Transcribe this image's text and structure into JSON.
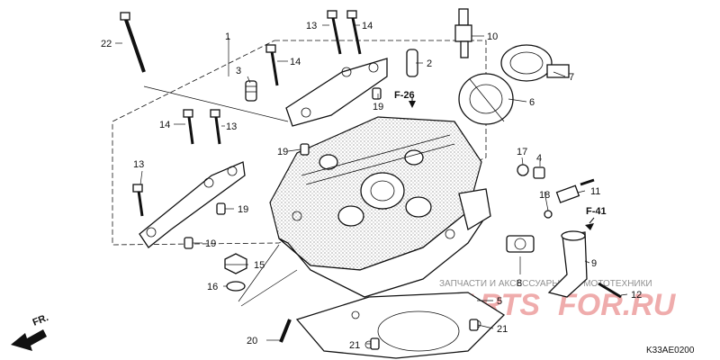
{
  "diagram_code": "K33AE0200",
  "front_arrow_label": "FR.",
  "refs": {
    "f26": "F-26",
    "f41": "F-41"
  },
  "watermark": {
    "tagline": "ЗАПЧАСТИ И АКСЕССУАРЫ ДЛЯ МОТОТЕХНИКИ",
    "brand_left": "PARTS",
    "brand_right": "FOR.RU"
  },
  "callouts": [
    {
      "id": "c1",
      "text": "1"
    },
    {
      "id": "c2",
      "text": "2"
    },
    {
      "id": "c3",
      "text": "3"
    },
    {
      "id": "c4",
      "text": "4"
    },
    {
      "id": "c5",
      "text": "5"
    },
    {
      "id": "c6",
      "text": "6"
    },
    {
      "id": "c7",
      "text": "7"
    },
    {
      "id": "c8",
      "text": "8"
    },
    {
      "id": "c9",
      "text": "9"
    },
    {
      "id": "c10",
      "text": "10"
    },
    {
      "id": "c11",
      "text": "11"
    },
    {
      "id": "c12",
      "text": "12"
    },
    {
      "id": "c13a",
      "text": "13"
    },
    {
      "id": "c13b",
      "text": "13"
    },
    {
      "id": "c13c",
      "text": "13"
    },
    {
      "id": "c14a",
      "text": "14"
    },
    {
      "id": "c14b",
      "text": "14"
    },
    {
      "id": "c14c",
      "text": "14"
    },
    {
      "id": "c15",
      "text": "15"
    },
    {
      "id": "c16",
      "text": "16"
    },
    {
      "id": "c17",
      "text": "17"
    },
    {
      "id": "c18",
      "text": "18"
    },
    {
      "id": "c19a",
      "text": "19"
    },
    {
      "id": "c19b",
      "text": "19"
    },
    {
      "id": "c19c",
      "text": "19"
    },
    {
      "id": "c19d",
      "text": "19"
    },
    {
      "id": "c20",
      "text": "20"
    },
    {
      "id": "c21a",
      "text": "21"
    },
    {
      "id": "c21b",
      "text": "21"
    },
    {
      "id": "c22",
      "text": "22"
    }
  ]
}
